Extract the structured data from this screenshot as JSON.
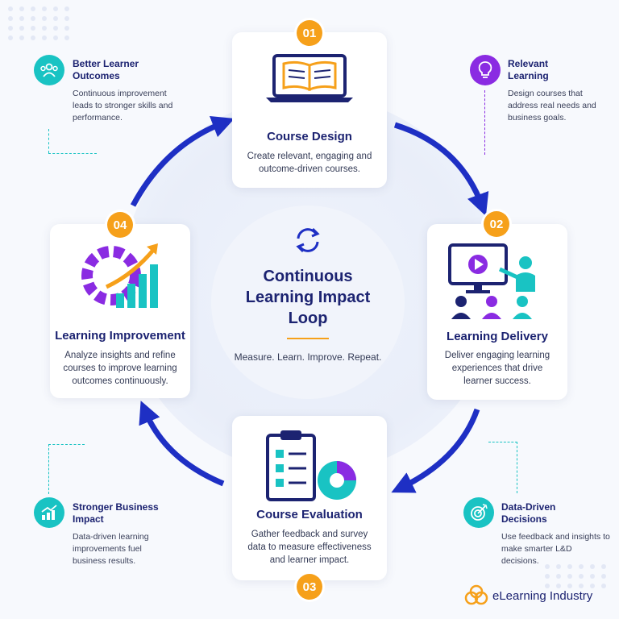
{
  "colors": {
    "navy": "#1c2371",
    "orange": "#f6a01a",
    "teal": "#19c3c3",
    "purple": "#8a2be2",
    "arrow": "#1e2fc4"
  },
  "center": {
    "title": "Continuous Learning Impact Loop",
    "subtitle": "Measure. Learn. Improve. Repeat.",
    "icon": "refresh-cycle-icon"
  },
  "steps": [
    {
      "number": "01",
      "title": "Course Design",
      "text": "Create relevant, engaging and outcome-driven courses.",
      "icon": "laptop-book-icon"
    },
    {
      "number": "02",
      "title": "Learning Delivery",
      "text": "Deliver engaging learning experiences that drive learner success.",
      "icon": "presentation-video-icon"
    },
    {
      "number": "03",
      "title": "Course Evaluation",
      "text": "Gather feedback and survey data to measure effectiveness and learner impact.",
      "icon": "clipboard-chart-icon"
    },
    {
      "number": "04",
      "title": "Learning Improvement",
      "text": "Analyze insights and refine courses to improve learning outcomes continuously.",
      "icon": "gear-growth-icon"
    }
  ],
  "outcomes": [
    {
      "title": "Better Learner Outcomes",
      "text": "Continuous improvement leads to stronger skills and performance.",
      "icon": "people-group-icon"
    },
    {
      "title": "Relevant Learning",
      "text": "Design courses that address real needs and business goals.",
      "icon": "lightbulb-icon"
    },
    {
      "title": "Stronger Business Impact",
      "text": "Data-driven learning improvements fuel business results.",
      "icon": "bar-growth-icon"
    },
    {
      "title": "Data-Driven Decisions",
      "text": "Use feedback and insights to make smarter L&D decisions.",
      "icon": "target-icon"
    }
  ],
  "brand": {
    "name": "eLearning Industry",
    "icon": "elearning-industry-logo-icon"
  }
}
